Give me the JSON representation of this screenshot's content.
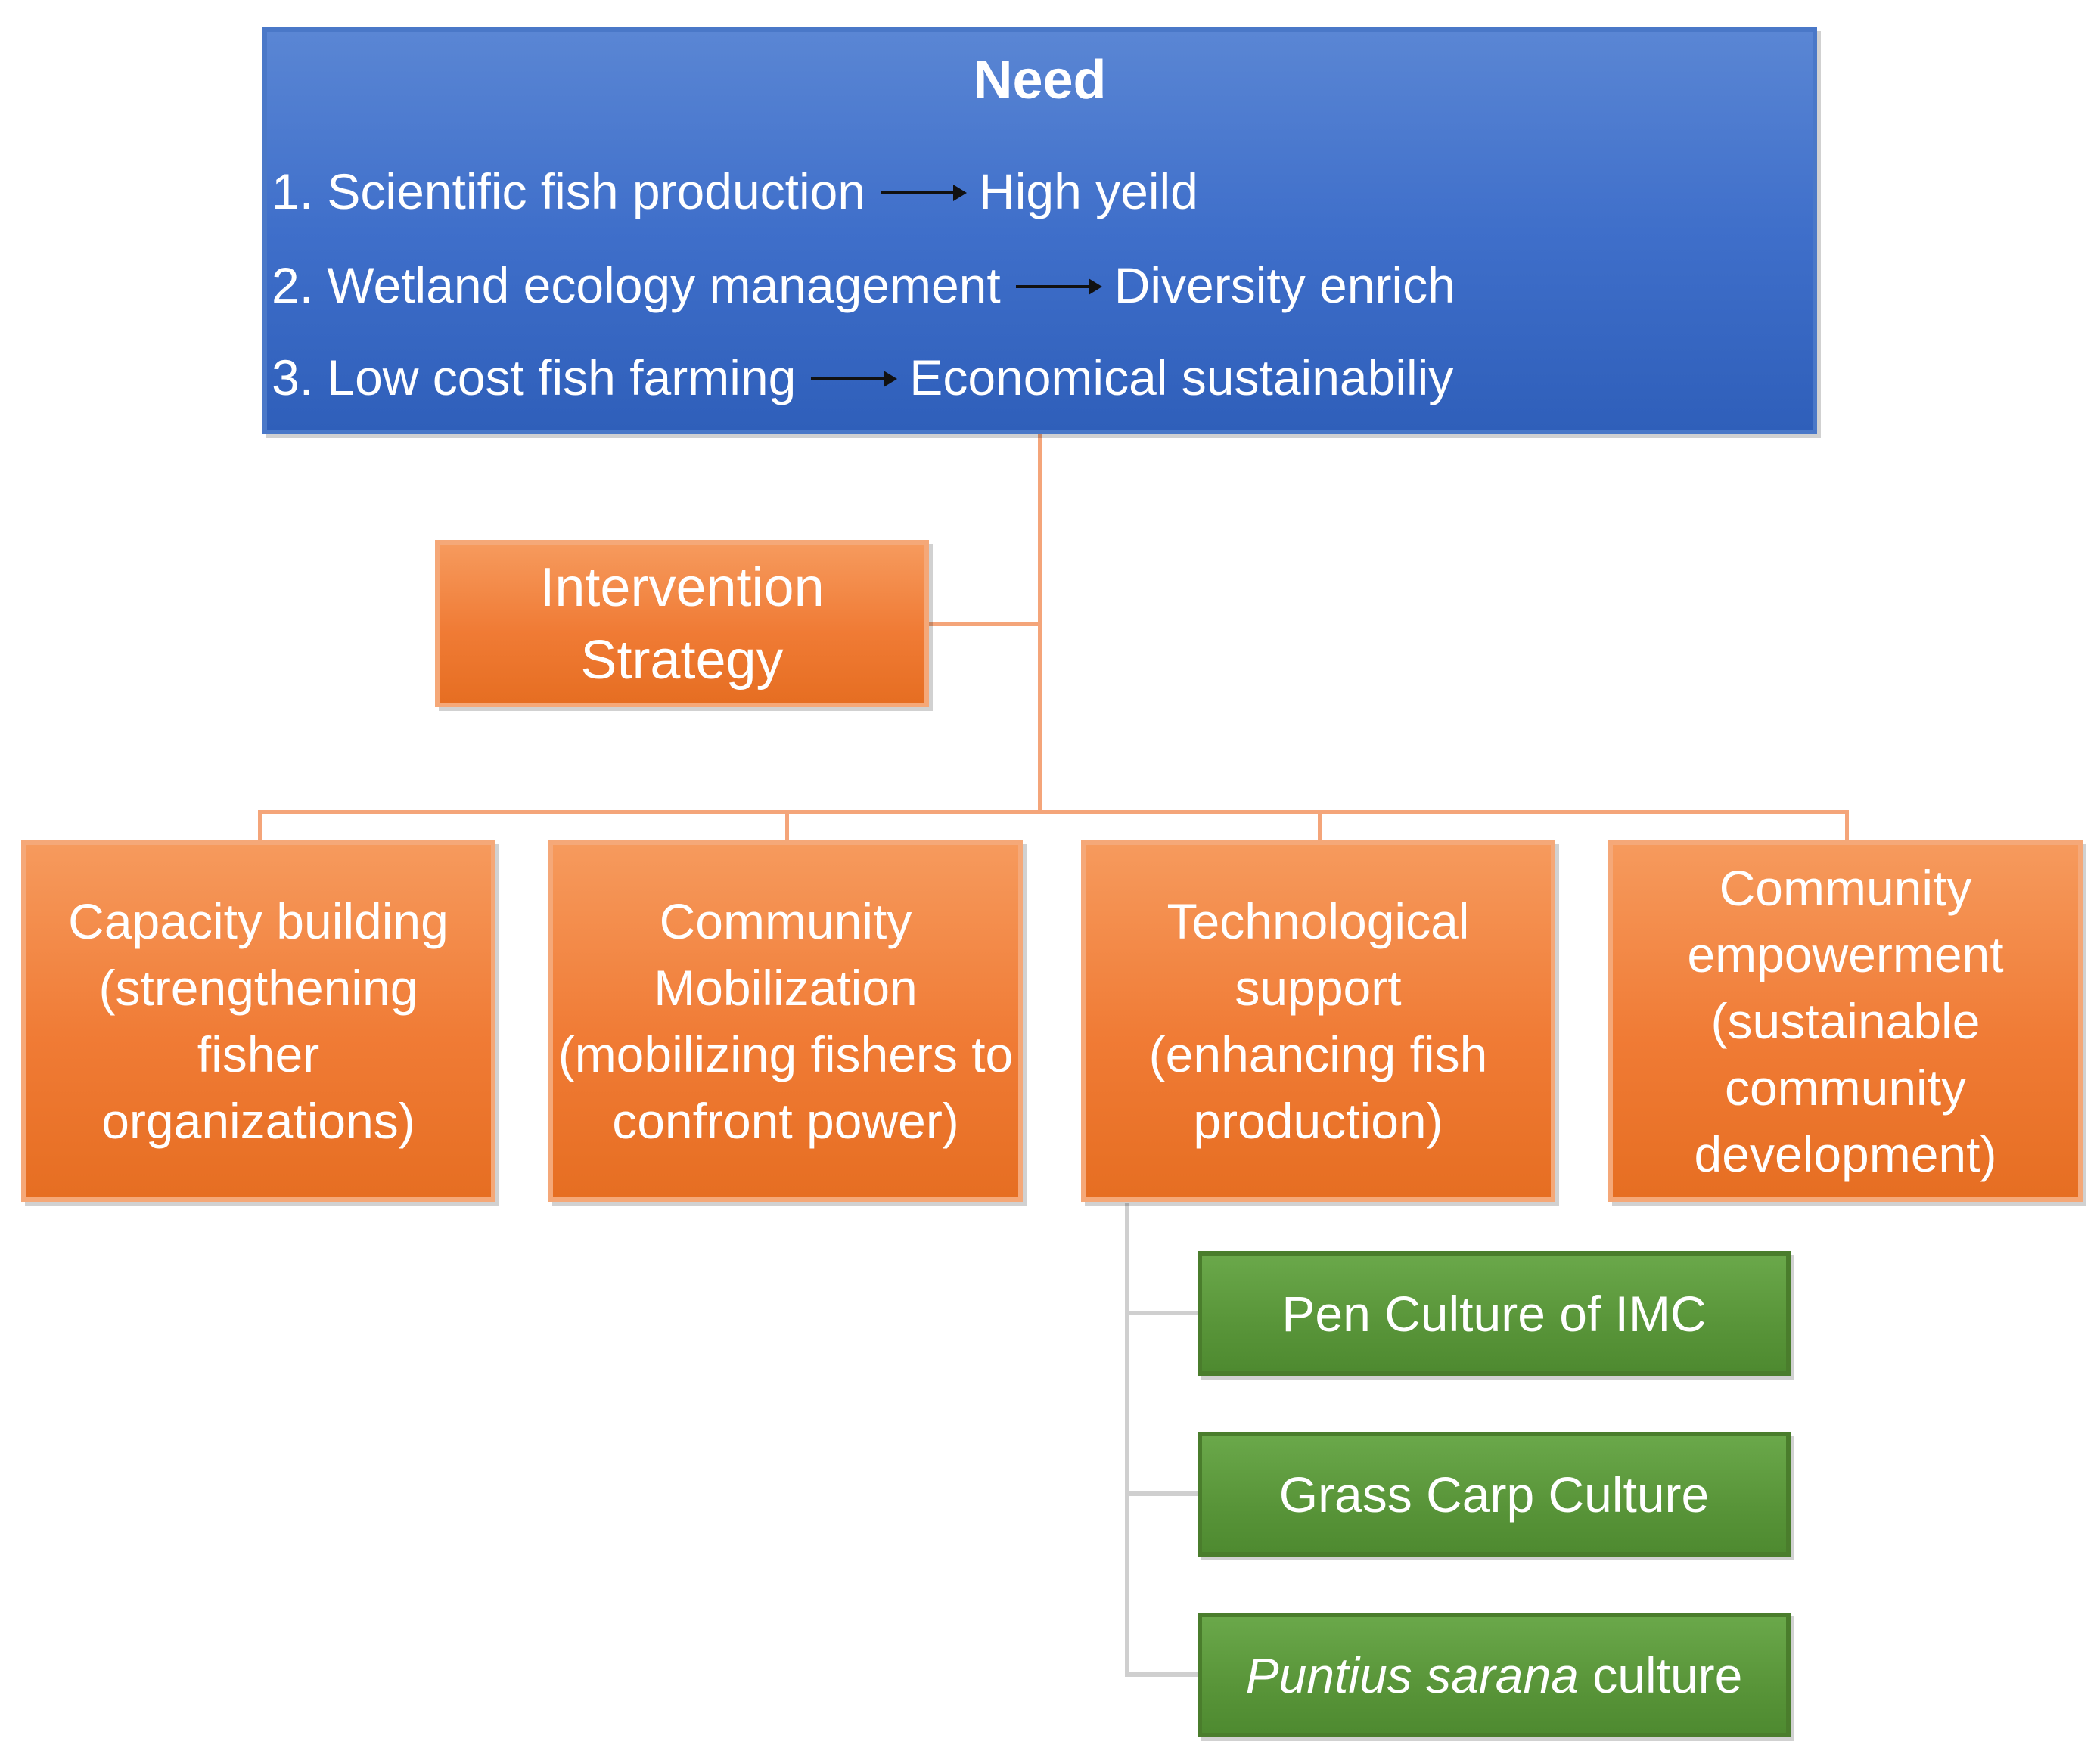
{
  "need": {
    "title": "Need",
    "items": [
      {
        "left": "1. Scientific fish production",
        "right": "High yeild"
      },
      {
        "left": "2. Wetland ecology management",
        "right": "Diversity enrich"
      },
      {
        "left": "3. Low cost fish farming",
        "right": "Economical sustainabiliy"
      }
    ]
  },
  "intervention": {
    "label": "Intervention Strategy"
  },
  "strategies": [
    {
      "label": "Capacity building (strengthening fisher organizations)"
    },
    {
      "label": "Community Mobilization (mobilizing fishers to confront power)"
    },
    {
      "label": "Technological support (enhancing fish production)"
    },
    {
      "label": "Community empowerment (sustainable community development)"
    }
  ],
  "techniques": [
    {
      "label": "Pen Culture of IMC"
    },
    {
      "label": "Grass Carp Culture"
    },
    {
      "italic": "Puntius sarana",
      "rest": " culture"
    }
  ],
  "colors": {
    "need": "#4472C4",
    "strategy": "#ED7D31",
    "technique": "#548235",
    "connector_orange": "#F4A57A",
    "connector_gray": "#CFCFCF"
  }
}
